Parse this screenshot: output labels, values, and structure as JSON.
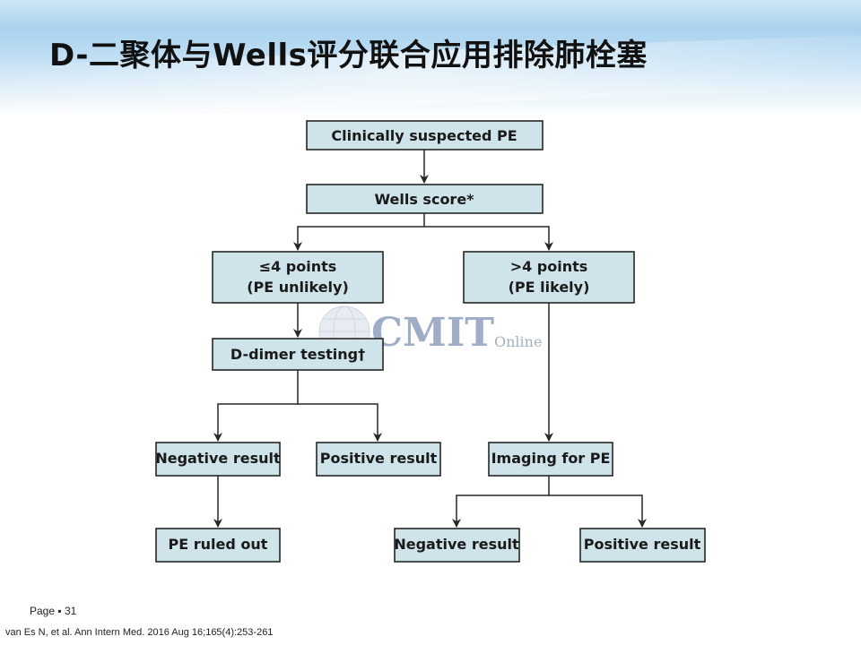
{
  "slide": {
    "title": "D-二聚体与Wells评分联合应用排除肺栓塞",
    "page_label": "Page ▪ 31",
    "citation": "van Es N, et al. Ann Intern Med. 2016 Aug 16;165(4):253-261"
  },
  "watermark": {
    "brand": "CMIT",
    "sub": "Online"
  },
  "flowchart": {
    "box_fill": "#cfe3eb",
    "nodes": [
      {
        "id": "suspected",
        "lines": [
          "Clinically suspected PE"
        ]
      },
      {
        "id": "wells",
        "lines": [
          "Wells score*"
        ]
      },
      {
        "id": "unlikely",
        "lines": [
          "≤4 points",
          "(PE unlikely)"
        ]
      },
      {
        "id": "likely",
        "lines": [
          ">4 points",
          "(PE likely)"
        ]
      },
      {
        "id": "ddimer",
        "lines": [
          "D-dimer testing†"
        ]
      },
      {
        "id": "neg1",
        "lines": [
          "Negative result"
        ]
      },
      {
        "id": "pos1",
        "lines": [
          "Positive result"
        ]
      },
      {
        "id": "imaging",
        "lines": [
          "Imaging for PE"
        ]
      },
      {
        "id": "ruledout",
        "lines": [
          "PE ruled out"
        ]
      },
      {
        "id": "neg2",
        "lines": [
          "Negative result"
        ]
      },
      {
        "id": "pos2",
        "lines": [
          "Positive result"
        ]
      }
    ],
    "edges": [
      [
        "suspected",
        "wells"
      ],
      [
        "wells",
        "unlikely"
      ],
      [
        "wells",
        "likely"
      ],
      [
        "unlikely",
        "ddimer"
      ],
      [
        "ddimer",
        "neg1"
      ],
      [
        "ddimer",
        "pos1"
      ],
      [
        "likely",
        "imaging"
      ],
      [
        "neg1",
        "ruledout"
      ],
      [
        "imaging",
        "neg2"
      ],
      [
        "imaging",
        "pos2"
      ]
    ]
  }
}
